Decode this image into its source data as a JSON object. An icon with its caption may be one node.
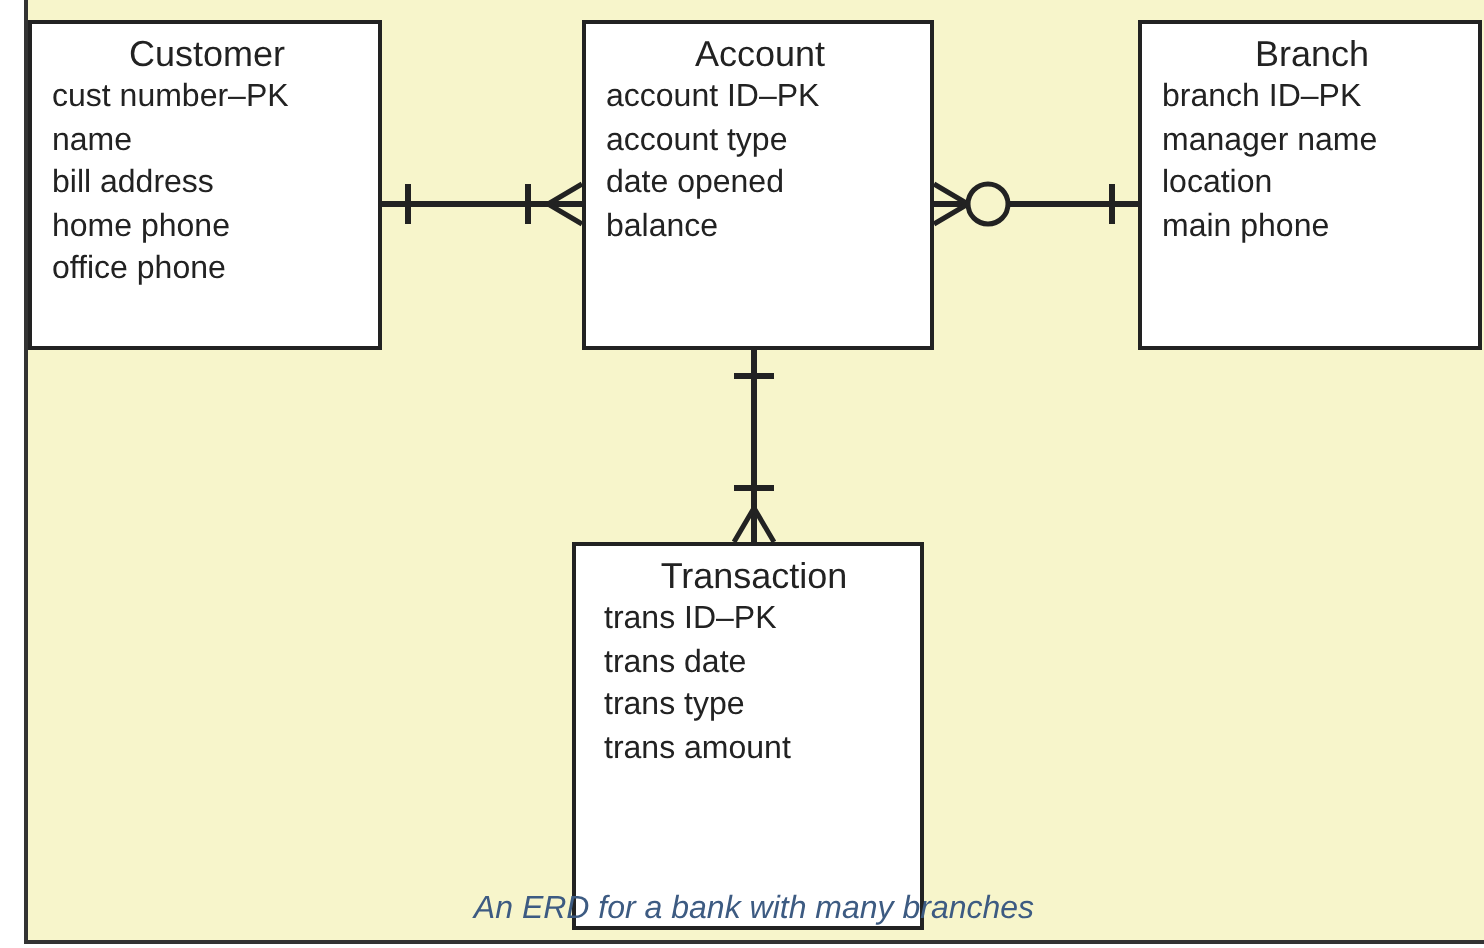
{
  "diagram": {
    "caption": "An ERD for a bank with many branches",
    "nodes": [
      {
        "text": [
          "Customer",
          "cust number–PK",
          "name",
          "bill address",
          "home phone",
          "office phone"
        ]
      },
      {
        "text": [
          "Account",
          "account ID–PK",
          "account type",
          "date opened",
          "balance"
        ]
      },
      {
        "text": [
          "Branch",
          "branch ID–PK",
          "manager name",
          "location",
          "main phone"
        ]
      },
      {
        "text": [
          "Transaction",
          "trans ID–PK",
          "trans date",
          "trans type",
          "trans amount"
        ]
      }
    ],
    "edges": [
      {
        "from": 0,
        "to": 1,
        "arrow": "other"
      },
      {
        "from": 1,
        "to": 2,
        "arrow": "other"
      },
      {
        "from": 1,
        "to": 3,
        "arrow": "other"
      }
    ]
  }
}
